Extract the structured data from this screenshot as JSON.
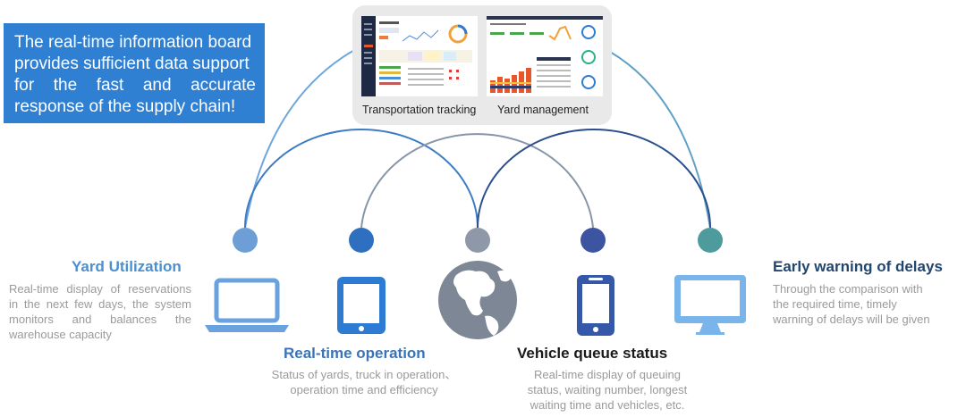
{
  "callout": {
    "lines": [
      "The real-time information board",
      "provides sufficient data support",
      "for the fast and accurate",
      "response of the supply chain!"
    ]
  },
  "dashboards": {
    "left_caption": "Transportation tracking",
    "right_caption": "Yard management"
  },
  "features": {
    "yard_utilization": {
      "title": "Yard Utilization",
      "lines": [
        "Real-time display of reservations",
        "in the next few days, the system",
        "monitors and balances the",
        "warehouse capacity"
      ],
      "color": "#4a8fd0"
    },
    "realtime_operation": {
      "title": "Real-time operation",
      "lines": [
        "Status of yards, truck in operation、",
        "operation time and efficiency"
      ],
      "color": "#3a74b8"
    },
    "vehicle_queue": {
      "title": "Vehicle queue status",
      "lines": [
        "Real-time display of queuing",
        "status, waiting number, longest",
        "waiting time and vehicles, etc."
      ],
      "color": "#1a1a1a"
    },
    "early_warning": {
      "title": "Early warning of delays",
      "lines": [
        "Through the comparison with",
        "the required time, timely",
        "warning of delays will be given"
      ],
      "color": "#23466e"
    }
  },
  "icons": [
    "laptop-icon",
    "tablet-icon",
    "globe-icon",
    "smartphone-icon",
    "monitor-icon"
  ],
  "node_colors": [
    "#6d9fd6",
    "#2f6fbf",
    "#8e98a8",
    "#3d54a0",
    "#4e9b9e"
  ],
  "icon_colors": {
    "laptop": "#6aa2df",
    "tablet": "#2d7bd2",
    "globe": "#7d8795",
    "phone": "#3558a8",
    "monitor": "#79b5ea"
  }
}
